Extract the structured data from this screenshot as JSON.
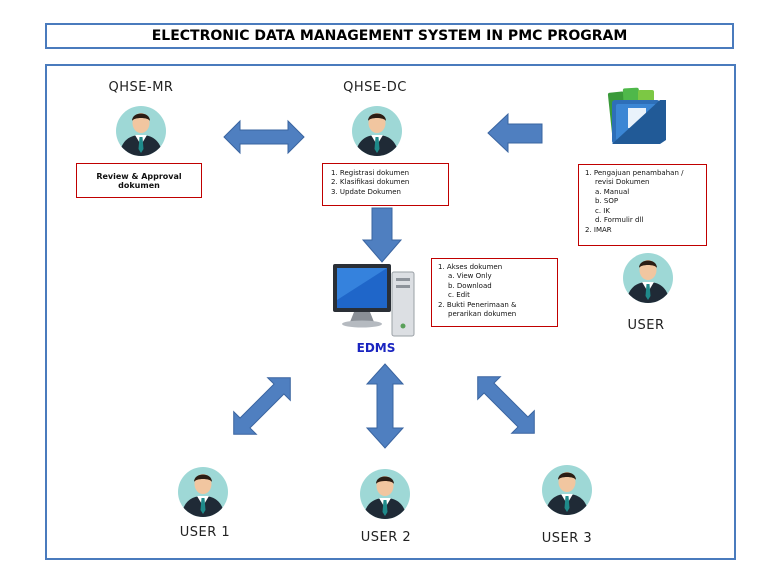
{
  "title": "ELECTRONIC DATA MANAGEMENT SYSTEM IN PMC PROGRAM",
  "roles": {
    "qhse_mr": "QHSE-MR",
    "qhse_dc": "QHSE-DC",
    "user": "USER",
    "user1": "USER 1",
    "user2": "USER 2",
    "user3": "USER 3"
  },
  "edms": "EDMS",
  "notes": {
    "review": "Review & Approval dokumen",
    "dc_tasks": [
      "1.   Registrasi dokumen",
      "2.   Klasifikasi dokumen",
      "3.   Update Dokumen"
    ],
    "user_request": {
      "item1": "1. Pengajuan penambahan /",
      "item1b": "revisi Dokumen",
      "subs": [
        "a. Manual",
        "b. SOP",
        "c. IK",
        "d. Formulir dll"
      ],
      "item2": "2. IMAR"
    },
    "edms_access": {
      "item1": "1. Akses dokumen",
      "subs": [
        "a. View Only",
        "b. Download",
        "c. Edit"
      ],
      "item2": "2. Bukti Penerimaan &",
      "item2b": "perarikan dokumen"
    }
  },
  "colors": {
    "frame": "#4a7bbd",
    "arrow": "#4f7fc0",
    "note_border": "#c00000",
    "edms_label": "#1a24c0",
    "avatar_bg": "#9ed8d6"
  },
  "icons": [
    "person-avatar-icon",
    "document-binders-icon",
    "computer-icon"
  ]
}
